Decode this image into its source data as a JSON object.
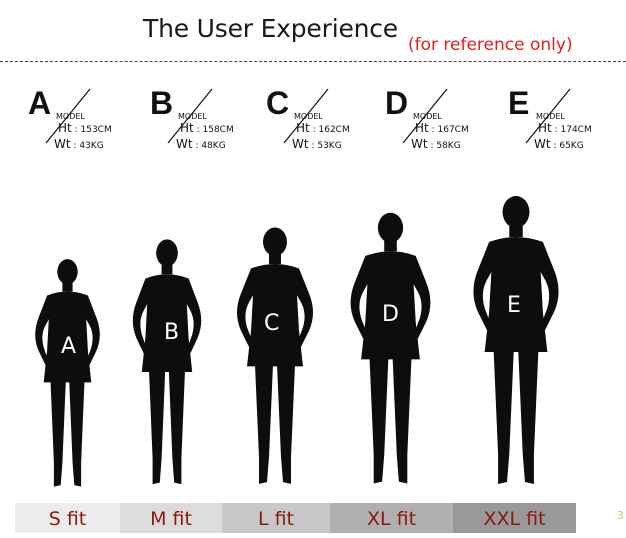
{
  "header": {
    "title": "The User Experience",
    "subtitle": "(for reference only)"
  },
  "models": [
    {
      "letter": "A",
      "label": "MODEL",
      "ht_key": "Ht",
      "ht": ": 153CM",
      "wt_key": "Wt",
      "wt": ": 43KG"
    },
    {
      "letter": "B",
      "label": "MODEL",
      "ht_key": "Ht",
      "ht": ": 158CM",
      "wt_key": "Wt",
      "wt": ": 48KG"
    },
    {
      "letter": "C",
      "label": "MODEL",
      "ht_key": "Ht",
      "ht": ": 162CM",
      "wt_key": "Wt",
      "wt": ": 53KG"
    },
    {
      "letter": "D",
      "label": "MODEL",
      "ht_key": "Ht",
      "ht": ": 167CM",
      "wt_key": "Wt",
      "wt": ": 58KG"
    },
    {
      "letter": "E",
      "label": "MODEL",
      "ht_key": "Ht",
      "ht": ": 174CM",
      "wt_key": "Wt",
      "wt": ": 65KG"
    }
  ],
  "figures": [
    {
      "label": "A"
    },
    {
      "label": "B"
    },
    {
      "label": "C"
    },
    {
      "label": "D"
    },
    {
      "label": "E"
    }
  ],
  "fits": [
    {
      "label": "S fit",
      "color": "#ececec"
    },
    {
      "label": "M fit",
      "color": "#dcdcdc"
    },
    {
      "label": "L fit",
      "color": "#c8c8c8"
    },
    {
      "label": "XL fit",
      "color": "#b0b0b0"
    },
    {
      "label": "XXL fit",
      "color": "#999999"
    }
  ],
  "corner_mark": "3"
}
